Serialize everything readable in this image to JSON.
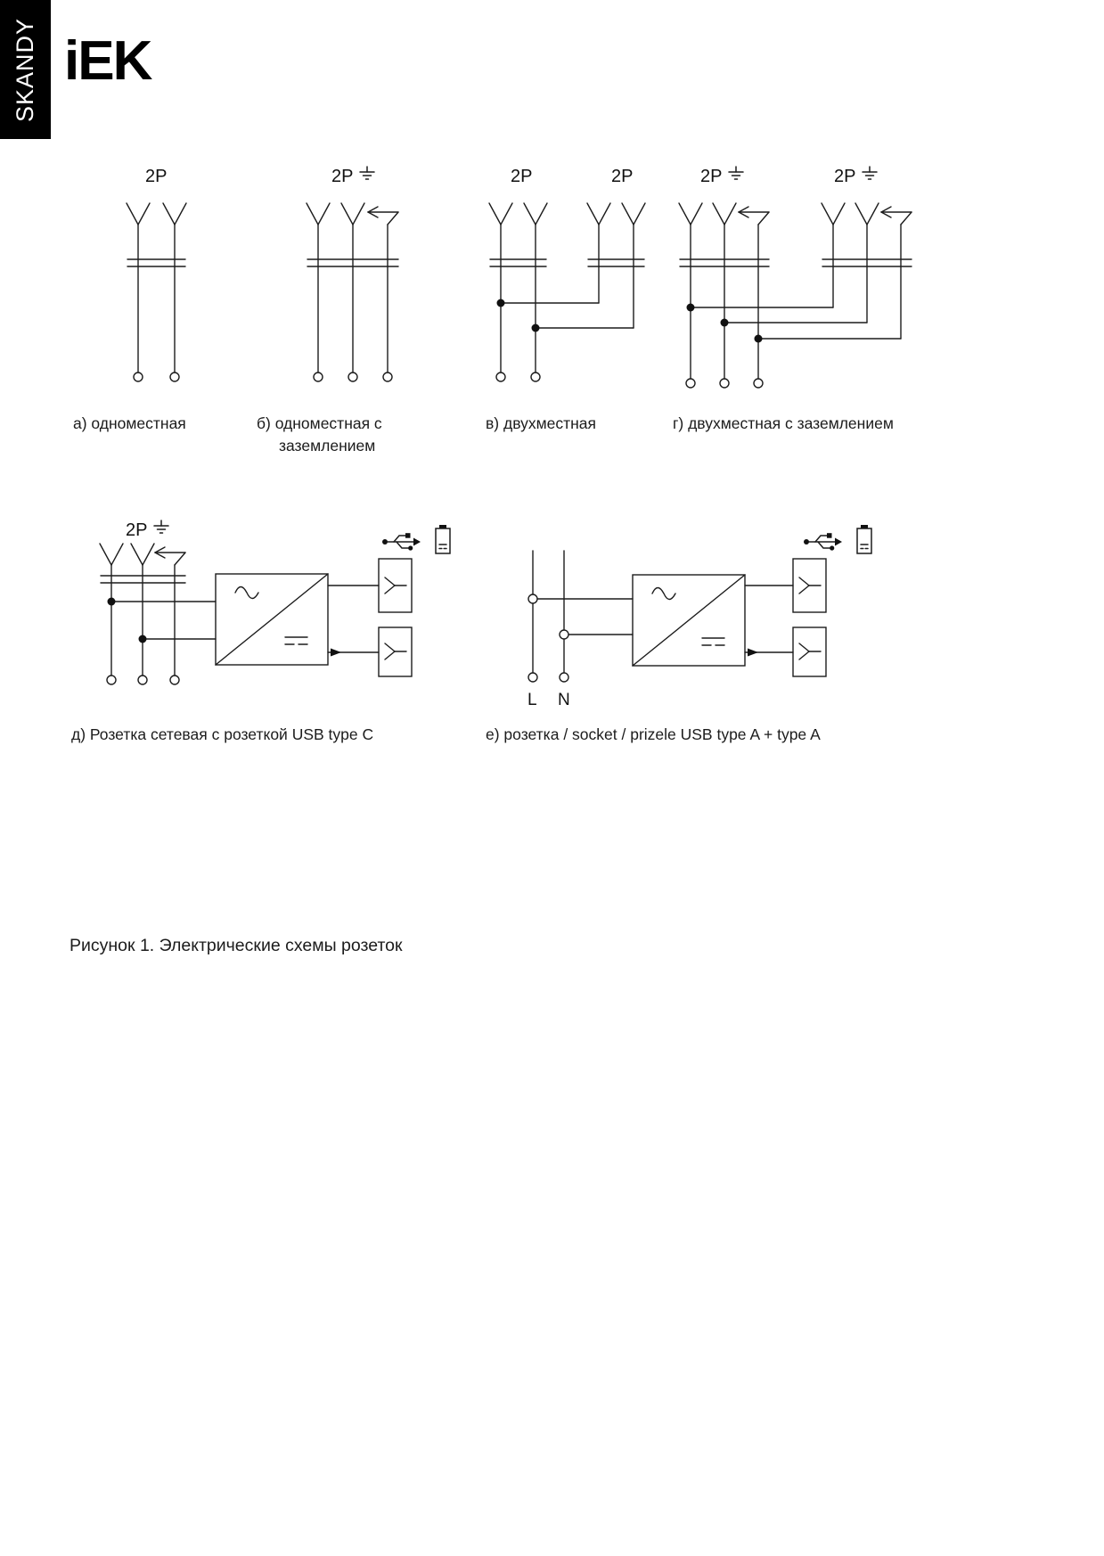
{
  "brand": {
    "series": "SKANDY",
    "logo": "iEK"
  },
  "figure": {
    "caption": "Рисунок 1. Электрические схемы розеток"
  },
  "icons": {
    "ground_icon": "earth-ground-symbol",
    "usb_icon": "usb-trident-symbol",
    "battery_icon": "battery-symbol"
  },
  "diagrams": {
    "a": {
      "pole_label": "2P",
      "caption": "а) одноместная"
    },
    "b": {
      "pole_label": "2P",
      "caption": "б) одноместная с\nзаземлением"
    },
    "v": {
      "pole_label_left": "2P",
      "pole_label_right": "2P",
      "caption": "в) двухместная"
    },
    "g": {
      "pole_label_left": "2P",
      "pole_label_right": "2P",
      "caption": "г) двухместная с заземлением"
    },
    "d": {
      "pole_label": "2P",
      "caption": "д) Розетка сетевая с розеткой USB type C"
    },
    "e": {
      "line_label": "L",
      "neutral_label": "N",
      "caption": "е) розетка / socket / prizele USB type A + type A"
    }
  }
}
